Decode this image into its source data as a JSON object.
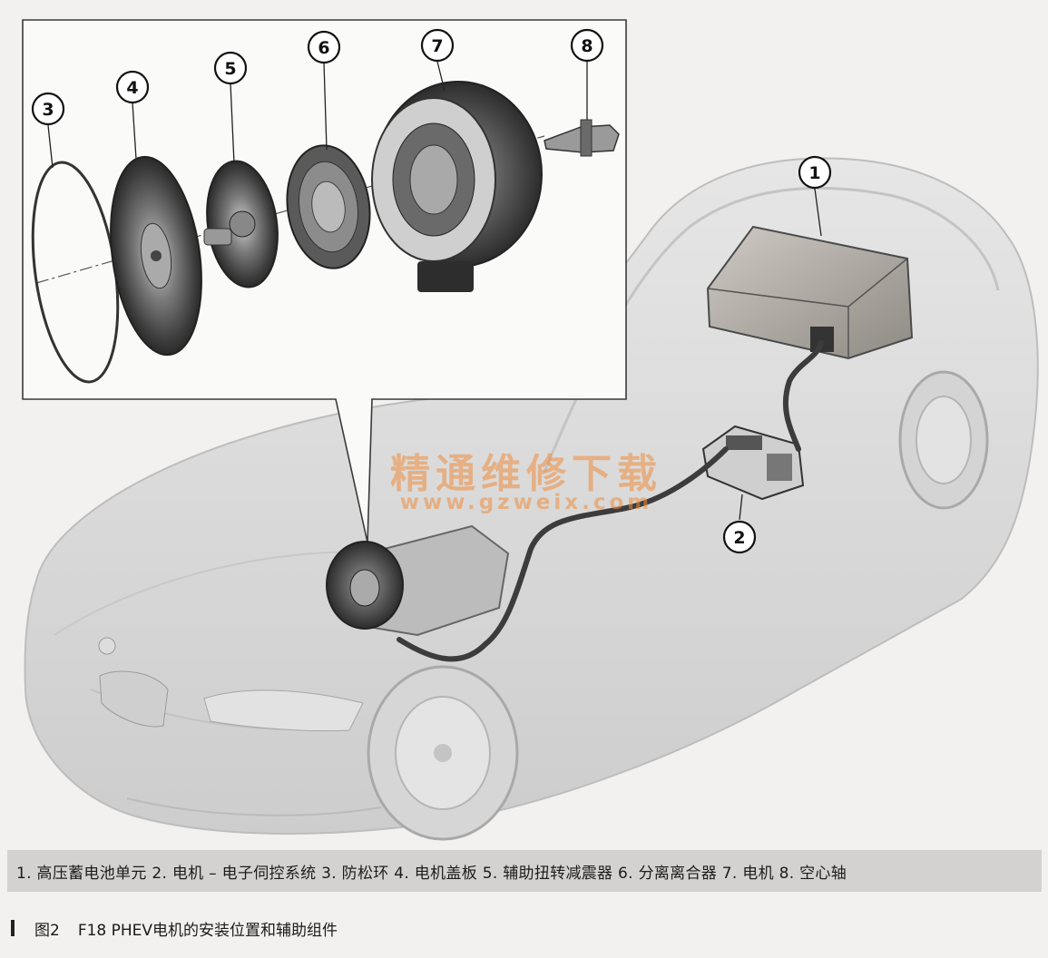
{
  "callouts": {
    "c1": "1",
    "c2": "2",
    "c3": "3",
    "c4": "4",
    "c5": "5",
    "c6": "6",
    "c7": "7",
    "c8": "8"
  },
  "legend": "1. 高压蓄电池单元 2. 电机 – 电子伺控系统 3. 防松环 4. 电机盖板 5. 辅助扭转减震器 6. 分离离合器 7. 电机 8. 空心轴",
  "caption": {
    "figure": "图2",
    "title": "F18 PHEV电机的安装位置和辅助组件"
  },
  "watermark": {
    "text": "精通维修下载",
    "url": "www.gzweix.com"
  },
  "colors": {
    "background": "#f3f1ef",
    "car_body": "#dcdcdc",
    "component_dark": "#4a4a4a",
    "watermark": "#ee8c3c"
  }
}
